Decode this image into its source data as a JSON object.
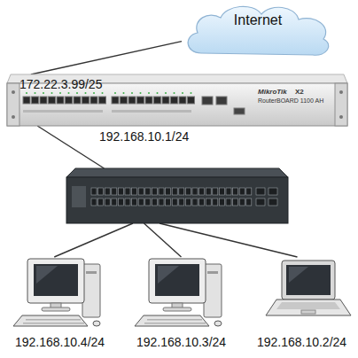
{
  "diagram": {
    "nodes": [
      {
        "text": [
          "Internet"
        ]
      },
      {
        "text": [
          "MikroTik",
          "X2",
          "RouterBOARD 1100 AH"
        ]
      },
      {
        "text": []
      },
      {
        "text": [
          "192.168.10.4/24"
        ]
      },
      {
        "text": [
          "192.168.10.3/24"
        ]
      },
      {
        "text": [
          "192.168.10.2/24"
        ]
      }
    ],
    "edges": [
      {
        "from": 0,
        "to": 1,
        "arrow": "none"
      },
      {
        "from": 1,
        "to": 2,
        "arrow": "none"
      },
      {
        "from": 2,
        "to": 3,
        "arrow": "none"
      },
      {
        "from": 2,
        "to": 4,
        "arrow": "none"
      },
      {
        "from": 2,
        "to": 5,
        "arrow": "none"
      }
    ],
    "labels": [
      "172.22.3.99/25",
      "192.168.10.1/24"
    ]
  }
}
